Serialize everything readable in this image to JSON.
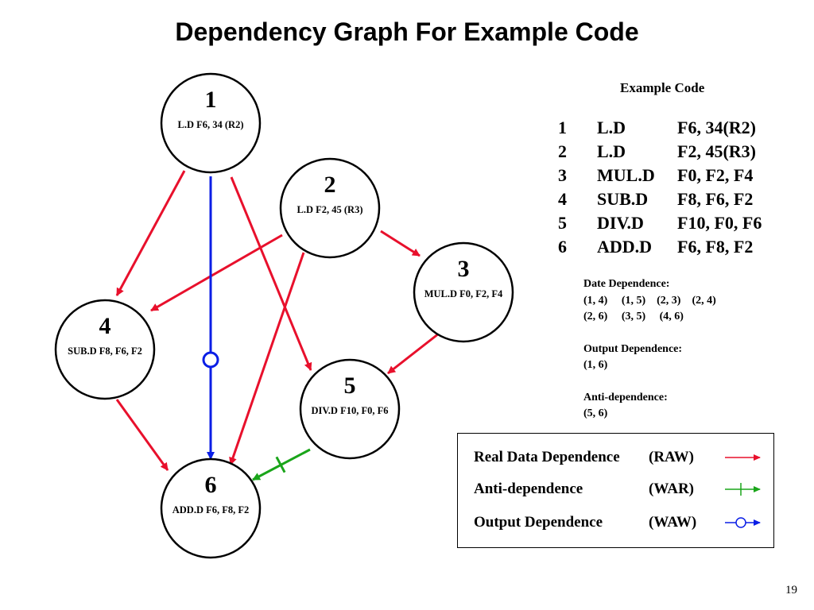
{
  "slide": {
    "title": "Dependency Graph For Example Code",
    "page_number": "19"
  },
  "colors": {
    "raw": "#e8102c",
    "war": "#1aa51a",
    "waw": "#0a1ee6"
  },
  "nodes": [
    {
      "id": 1,
      "num": "1",
      "instr": "L.D F6, 34 (R2)"
    },
    {
      "id": 2,
      "num": "2",
      "instr": "L.D F2, 45 (R3)"
    },
    {
      "id": 3,
      "num": "3",
      "instr": "MUL.D  F0, F2, F4"
    },
    {
      "id": 4,
      "num": "4",
      "instr": "SUB.D  F8, F6, F2"
    },
    {
      "id": 5,
      "num": "5",
      "instr": "DIV.D  F10, F0, F6"
    },
    {
      "id": 6,
      "num": "6",
      "instr": "ADD.D  F6, F8, F2"
    }
  ],
  "edges": [
    {
      "from": 1,
      "to": 4,
      "kind": "raw"
    },
    {
      "from": 1,
      "to": 5,
      "kind": "raw"
    },
    {
      "from": 2,
      "to": 3,
      "kind": "raw"
    },
    {
      "from": 2,
      "to": 4,
      "kind": "raw"
    },
    {
      "from": 2,
      "to": 6,
      "kind": "raw"
    },
    {
      "from": 3,
      "to": 5,
      "kind": "raw"
    },
    {
      "from": 4,
      "to": 6,
      "kind": "raw"
    },
    {
      "from": 1,
      "to": 6,
      "kind": "waw"
    },
    {
      "from": 5,
      "to": 6,
      "kind": "war"
    }
  ],
  "code": {
    "title": "Example Code",
    "lines": [
      {
        "num": "1",
        "op": "L.D",
        "args": "F6, 34(R2)"
      },
      {
        "num": "2",
        "op": "L.D",
        "args": "F2, 45(R3)"
      },
      {
        "num": "3",
        "op": "MUL.D",
        "args": "F0, F2, F4"
      },
      {
        "num": "4",
        "op": "SUB.D",
        "args": " F8, F6, F2"
      },
      {
        "num": "5",
        "op": "DIV.D",
        "args": "F10, F0, F6"
      },
      {
        "num": "6",
        "op": "ADD.D",
        "args": " F6, F8, F2"
      }
    ]
  },
  "dependences": {
    "data_title": "Date Dependence:",
    "data_line1": "(1, 4)     (1, 5)    (2, 3)    (2, 4)",
    "data_line2": "(2, 6)     (3, 5)     (4, 6)",
    "output_title": "Output Dependence:",
    "output_line1": "(1, 6)",
    "anti_title": "Anti-dependence:",
    "anti_line1": "(5, 6)"
  },
  "legend": {
    "raw_label": "Real Data Dependence",
    "raw_abbr": "(RAW)",
    "war_label": "Anti-dependence",
    "war_abbr": "(WAR)",
    "waw_label": "Output Dependence",
    "waw_abbr": "(WAW)"
  }
}
